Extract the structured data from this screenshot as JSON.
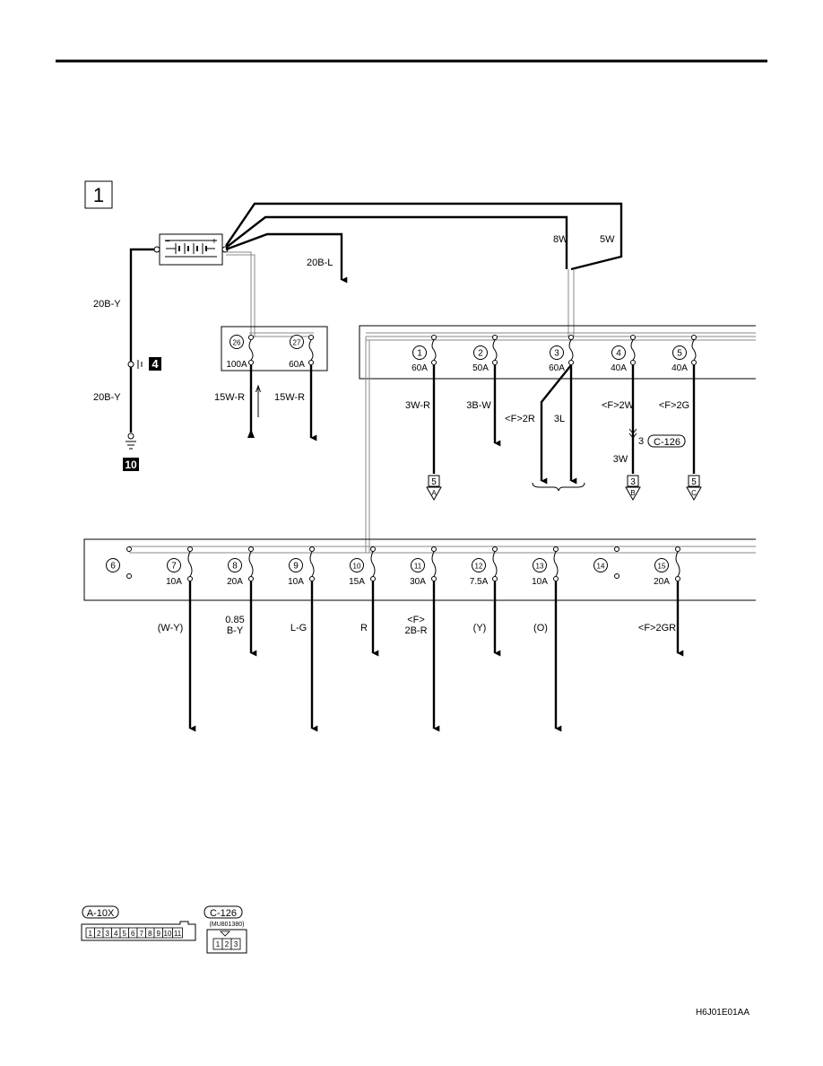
{
  "page": {
    "code": "H6J01E01AA"
  },
  "section": {
    "number": "1"
  },
  "battery": {
    "minus": "−",
    "plus": "+"
  },
  "ground_wire": {
    "upper_label": "20B-Y",
    "lower_label": "20B-Y",
    "junction_mark": "4",
    "ground_mark": "10"
  },
  "main_wires": {
    "w1": "8W",
    "w2": "5W",
    "w3": "20B-L"
  },
  "big_fuses": [
    {
      "num": "26",
      "amp": "100A",
      "wire": "15W-R"
    },
    {
      "num": "27",
      "amp": "60A",
      "wire": "15W-R"
    }
  ],
  "upper_fuses": [
    {
      "num": "1",
      "amp": "60A",
      "wire": "3W-R",
      "conn": "5",
      "conn_letter": "A"
    },
    {
      "num": "2",
      "amp": "50A",
      "wire": "3B-W"
    },
    {
      "num": "3",
      "amp": "60A",
      "wire_a": "<F>2R",
      "wire_b": "3L"
    },
    {
      "num": "4",
      "amp": "40A",
      "wire": "<F>2W",
      "conn_ref_pin": "3",
      "conn_ref": "C-126",
      "wire2": "3W",
      "conn": "3",
      "conn_letter": "B"
    },
    {
      "num": "5",
      "amp": "40A",
      "wire": "<F>2G",
      "conn": "5",
      "conn_letter": "C"
    }
  ],
  "lower_fuses": [
    {
      "num": "6",
      "amp": "",
      "wire": ""
    },
    {
      "num": "7",
      "amp": "10A",
      "wire": "(W-Y)"
    },
    {
      "num": "8",
      "amp": "20A",
      "wire": "0.85",
      "wire2": "B-Y"
    },
    {
      "num": "9",
      "amp": "10A",
      "wire": "L-G"
    },
    {
      "num": "10",
      "amp": "15A",
      "wire": "R"
    },
    {
      "num": "11",
      "amp": "30A",
      "wire": "<F>",
      "wire2": "2B-R"
    },
    {
      "num": "12",
      "amp": "7.5A",
      "wire": "(Y)"
    },
    {
      "num": "13",
      "amp": "10A",
      "wire": "(O)"
    },
    {
      "num": "14",
      "amp": "",
      "wire": ""
    },
    {
      "num": "15",
      "amp": "20A",
      "wire": "<F>2GR"
    }
  ],
  "connectors": {
    "a10x": {
      "label": "A-10X",
      "pins": [
        "1",
        "2",
        "3",
        "4",
        "5",
        "6",
        "7",
        "8",
        "9",
        "10",
        "11"
      ]
    },
    "c126": {
      "label": "C-126",
      "part": "(MU801380)",
      "pins": [
        "1",
        "2",
        "3"
      ]
    }
  }
}
